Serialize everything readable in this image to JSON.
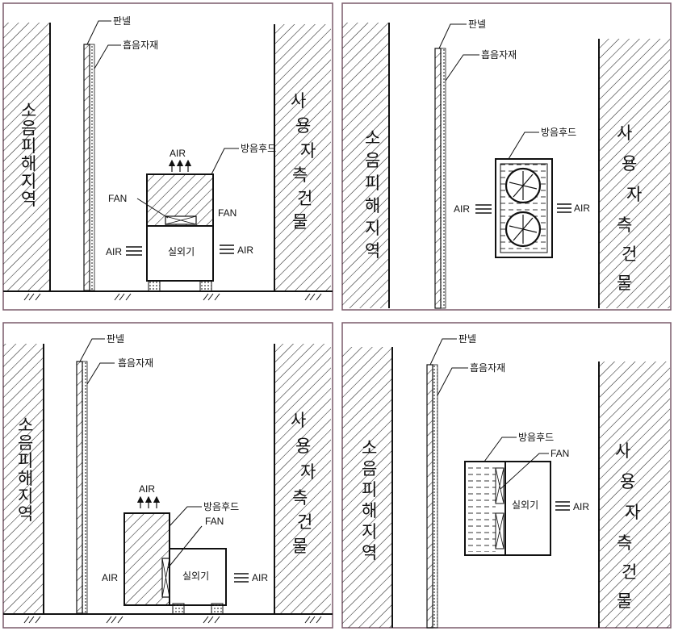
{
  "labels": {
    "panel": "판넬",
    "absorber": "흡음자재",
    "hood": "방음후드",
    "fan": "FAN",
    "air": "AIR",
    "unit": "실외기",
    "noise_area": [
      "소",
      "음",
      "피",
      "해",
      "지",
      "역"
    ],
    "user_building": [
      "사",
      "용",
      "자",
      "측",
      "건",
      "물"
    ]
  },
  "colors": {
    "frame": "#7a5a6a",
    "line": "#111111"
  }
}
